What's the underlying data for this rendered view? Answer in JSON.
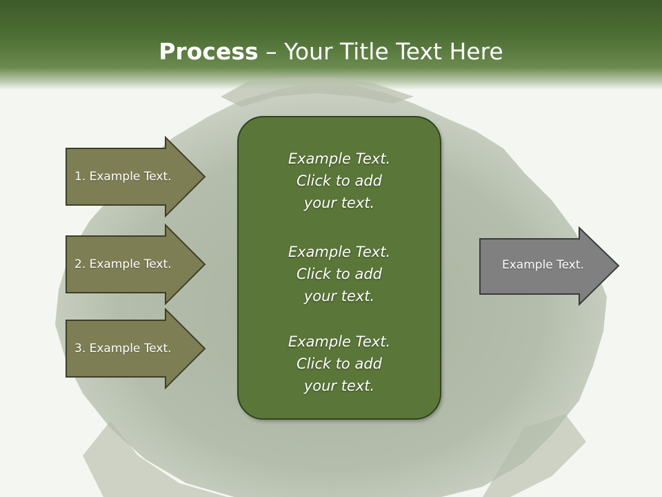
{
  "slide": {
    "title_bold": "Process",
    "title_rest": " – Your Title Text Here"
  },
  "inputs": [
    {
      "label": "1. Example Text."
    },
    {
      "label": "2. Example Text."
    },
    {
      "label": "3. Example Text."
    }
  ],
  "center": {
    "blocks": [
      {
        "lines": [
          "Example Text.",
          "Click  to add",
          "your text."
        ]
      },
      {
        "lines": [
          "Example Text.",
          "Click  to add",
          "your text."
        ]
      },
      {
        "lines": [
          "Example Text.",
          "Click  to add",
          "your text."
        ]
      }
    ]
  },
  "output": {
    "label": "Example Text."
  },
  "colors": {
    "header_green": "#4d6e34",
    "input_arrow": "#7e7e55",
    "center_box": "#5b7639",
    "output_arrow": "#808080"
  }
}
